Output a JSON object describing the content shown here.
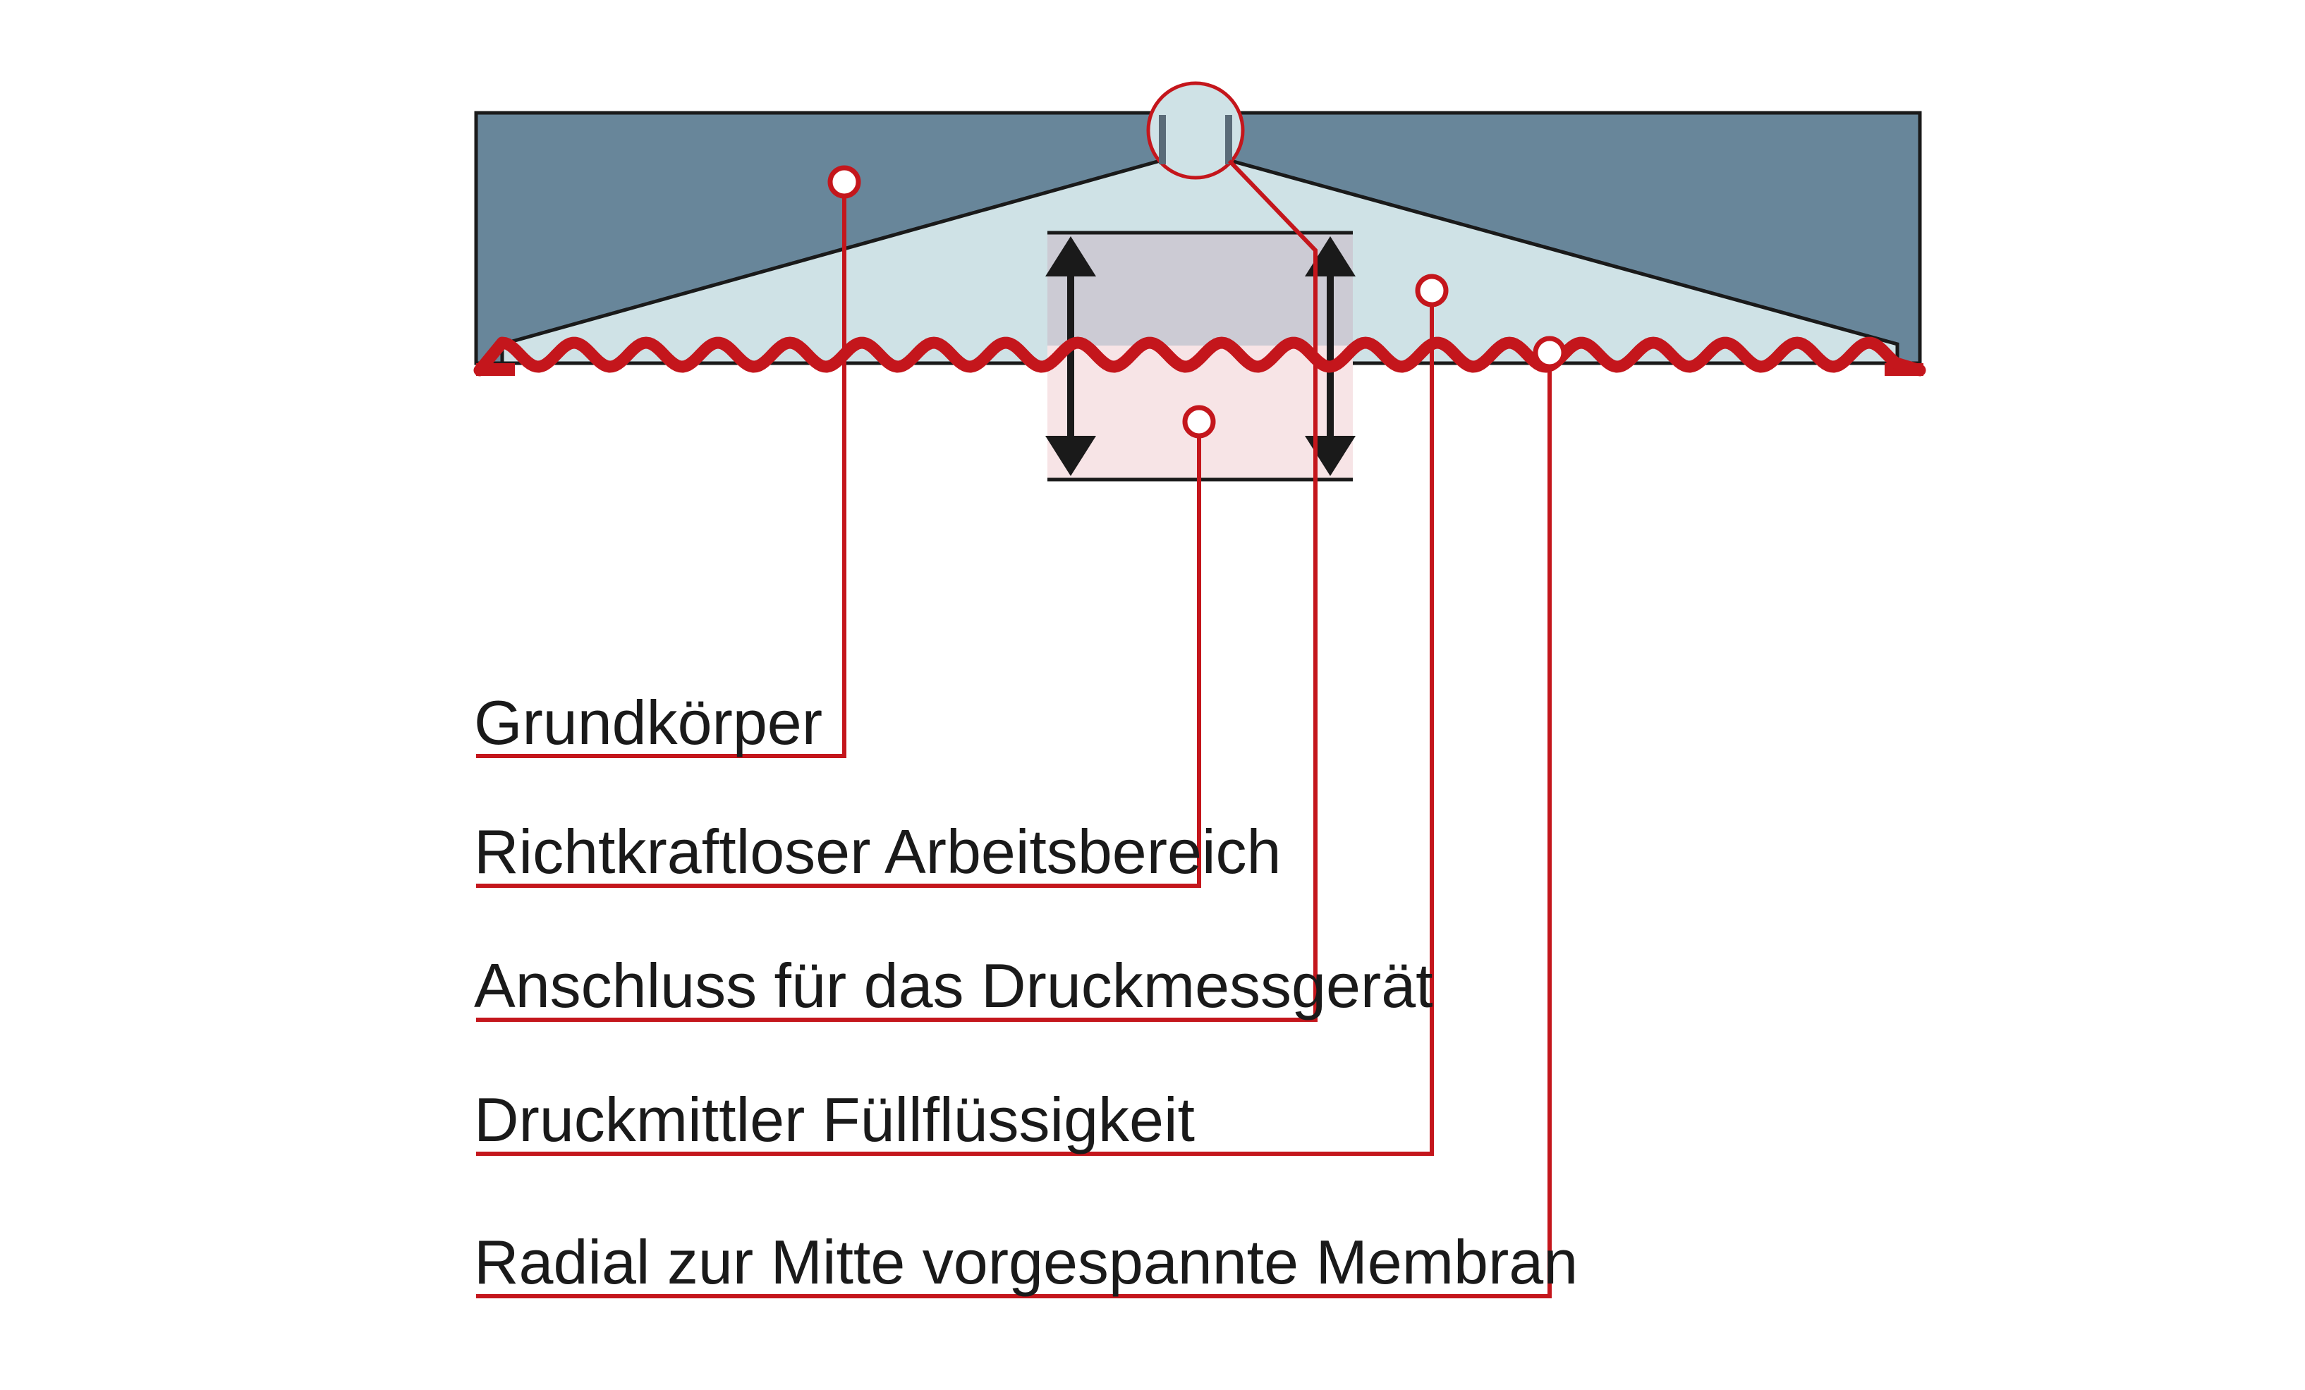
{
  "labels": [
    "Grundkörper",
    "Richtkraftloser Arbeitsbereich",
    "Anschluss für das Druckmessgerät",
    "Druckmittler Füllflüssigkeit",
    "Radial zur Mitte vorgespannte Membran"
  ],
  "colors": {
    "body": "#68869a",
    "fluid": "#cfe2e6",
    "membrane": "#c4161c",
    "work_range_upper": "#cccbd4",
    "work_range_lower": "#f7e4e6",
    "outline": "#1a1a1a"
  }
}
